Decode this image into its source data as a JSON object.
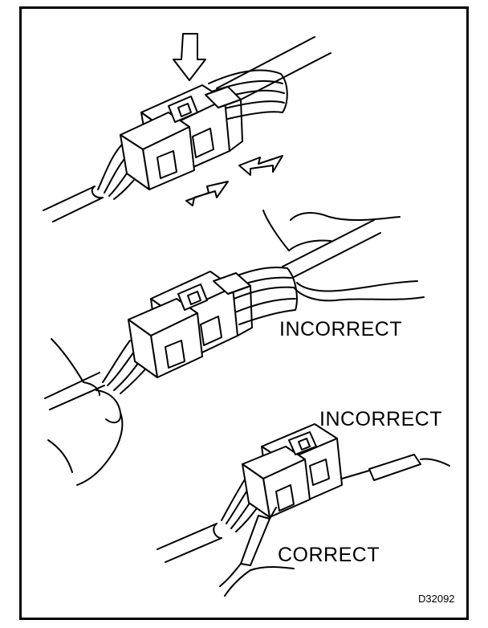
{
  "labels": {
    "incorrect_middle": "INCORRECT",
    "incorrect_bottom": "INCORRECT",
    "correct_bottom": "CORRECT",
    "figure_code": "D32092"
  },
  "colors": {
    "line": "#000000",
    "background": "#ffffff",
    "connector_fill": "#ffffff"
  },
  "illustrations": [
    "connector-with-press-arrows",
    "connector-pulled-by-wires-incorrect",
    "connector-probe-incorrect-correct"
  ]
}
